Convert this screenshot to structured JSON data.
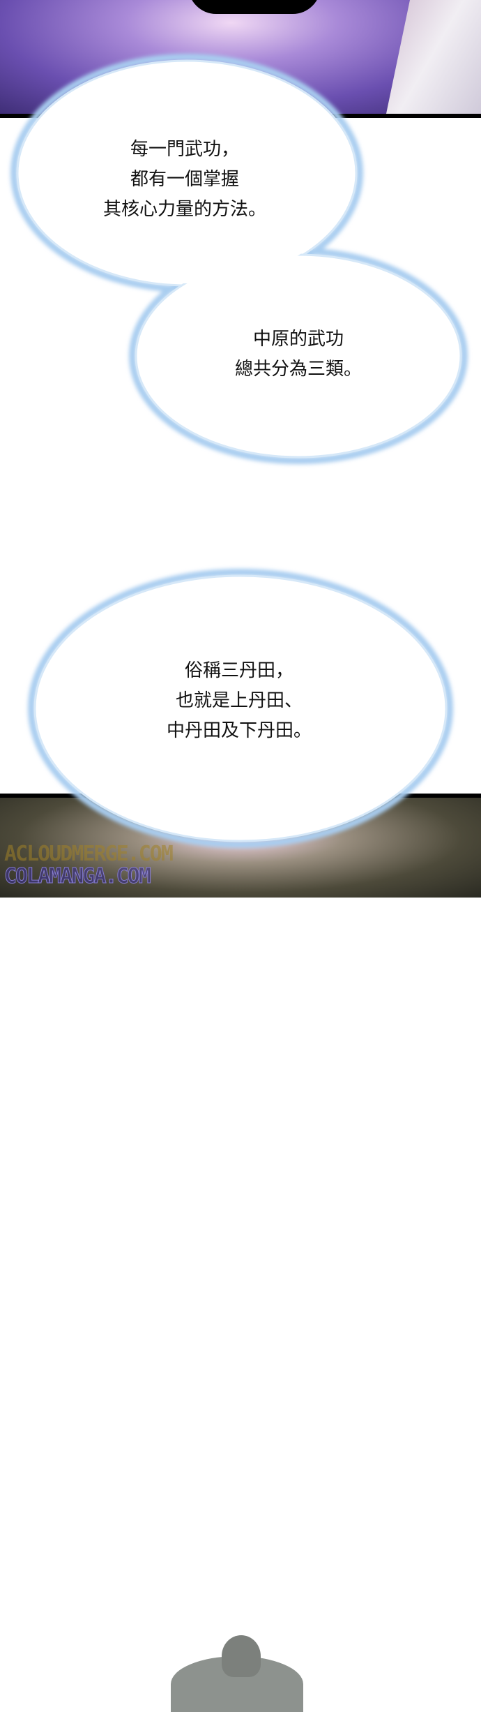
{
  "bubbles": [
    {
      "lines": [
        "每一門武功，",
        "都有一個掌握",
        "其核心力量的方法。"
      ]
    },
    {
      "lines": [
        "中原的武功",
        "總共分為三類。"
      ]
    },
    {
      "lines": [
        "俗稱三丹田，",
        "也就是上丹田、",
        "中丹田及下丹田。"
      ]
    }
  ],
  "watermarks": [
    "ACLOUDMERGE.COM",
    "COLAMANGA.COM"
  ],
  "colors": {
    "bubble_glow": "#a9cdf0",
    "panel_top": "#6a4fb0"
  }
}
